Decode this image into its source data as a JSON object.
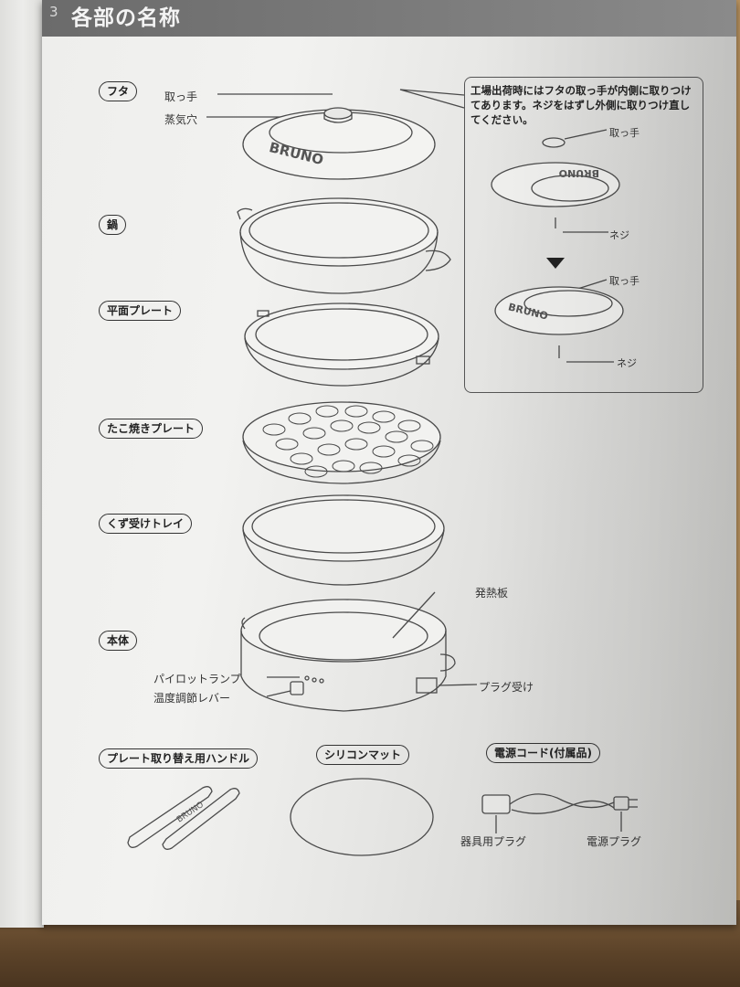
{
  "header": {
    "page_number": "3",
    "title": "各部の名称"
  },
  "parts": {
    "lid": "フタ",
    "lid_handle": "取っ手",
    "steam_vent": "蒸気穴",
    "pot": "鍋",
    "flat_plate": "平面プレート",
    "takoyaki_plate": "たこ焼きプレート",
    "crumb_tray": "くず受けトレイ",
    "main_body": "本体",
    "heating_plate": "発熱板",
    "pilot_lamp": "パイロットランプ",
    "temp_lever": "温度調節レバー",
    "plug_socket": "プラグ受け",
    "plate_handle": "プレート取り替え用ハンドル",
    "silicone_mat": "シリコンマット",
    "power_cord": "電源コード(付属品)",
    "appliance_plug": "器具用プラグ",
    "power_plug": "電源プラグ"
  },
  "callout": {
    "note": "工場出荷時にはフタの取っ手が内側に取りつけてあります。ネジをはずし外側に取りつけ直してください。",
    "handle_label_1": "取っ手",
    "screw_label_1": "ネジ",
    "handle_label_2": "取っ手",
    "screw_label_2": "ネジ"
  },
  "brand": {
    "lid_logo": "BRUNO",
    "handle_logo": "BRUNO",
    "callout_logo_top": "BRUNO",
    "callout_logo_bottom": "BRUNO"
  }
}
